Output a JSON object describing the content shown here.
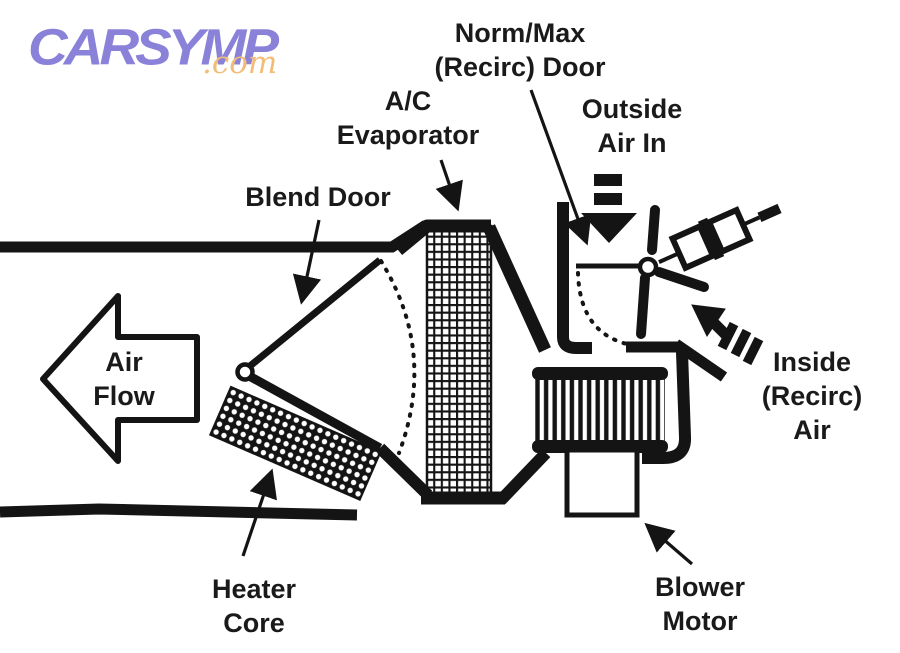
{
  "page": {
    "background": "#ffffff"
  },
  "logo": {
    "brand": "CARSYMP",
    "suffix": ".com",
    "brand_color": "#8a82d8",
    "suffix_color": "#f2bd77"
  },
  "diagram": {
    "ink": "#141414",
    "label_color": "#1a1a1a",
    "labels": {
      "norm_max_door": {
        "line1": "Norm/Max",
        "line2": "(Recirc) Door"
      },
      "ac_evaporator": {
        "line1": "A/C",
        "line2": "Evaporator"
      },
      "outside_air": {
        "line1": "Outside",
        "line2": "Air In"
      },
      "blend_door": {
        "line1": "Blend Door"
      },
      "air_flow": {
        "line1": "Air",
        "line2": "Flow"
      },
      "inside_air": {
        "line1": "Inside",
        "line2": "(Recirc)",
        "line3": "Air"
      },
      "heater_core": {
        "line1": "Heater",
        "line2": "Core"
      },
      "blower_motor": {
        "line1": "Blower",
        "line2": "Motor"
      }
    }
  }
}
